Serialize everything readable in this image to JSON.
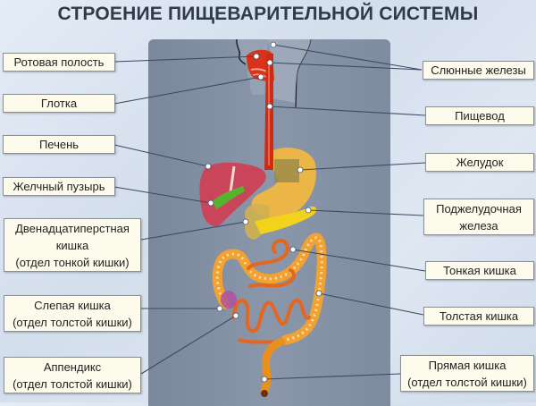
{
  "title": "СТРОЕНИЕ ПИЩЕВАРИТЕЛЬНОЙ СИСТЕМЫ",
  "labels_left": [
    {
      "id": "mouth",
      "lines": [
        "Ротовая полость"
      ]
    },
    {
      "id": "pharynx",
      "lines": [
        "Глотка"
      ]
    },
    {
      "id": "liver",
      "lines": [
        "Печень"
      ]
    },
    {
      "id": "gallbladder",
      "lines": [
        "Желчный пузырь"
      ]
    },
    {
      "id": "duodenum",
      "lines": [
        "Двенадцатиперстная",
        "кишка",
        "(отдел тонкой кишки)"
      ]
    },
    {
      "id": "cecum",
      "lines": [
        "Слепая кишка",
        "(отдел толстой кишки)"
      ]
    },
    {
      "id": "appendix",
      "lines": [
        "Аппендикс",
        "(отдел толстой кишки)"
      ]
    }
  ],
  "labels_right": [
    {
      "id": "salivary",
      "lines": [
        "Слюнные железы"
      ]
    },
    {
      "id": "esophagus",
      "lines": [
        "Пищевод"
      ]
    },
    {
      "id": "stomach",
      "lines": [
        "Желудок"
      ]
    },
    {
      "id": "pancreas",
      "lines": [
        "Поджелудочная",
        "железа"
      ]
    },
    {
      "id": "small-intestine",
      "lines": [
        "Тонкая кишка"
      ]
    },
    {
      "id": "large-intestine",
      "lines": [
        "Толстая кишка"
      ]
    },
    {
      "id": "rectum",
      "lines": [
        "Прямая кишка",
        "(отдел толстой кишки)"
      ]
    }
  ],
  "colors": {
    "label_bg": "#fdfbec",
    "panel": "#8490a4",
    "esophagus": "#d42a12",
    "liver": "#c9465a",
    "stomach": "#e8b040",
    "pancreas": "#f2d21a",
    "intestine": "#f0902a",
    "connector": "#3b4a66"
  }
}
